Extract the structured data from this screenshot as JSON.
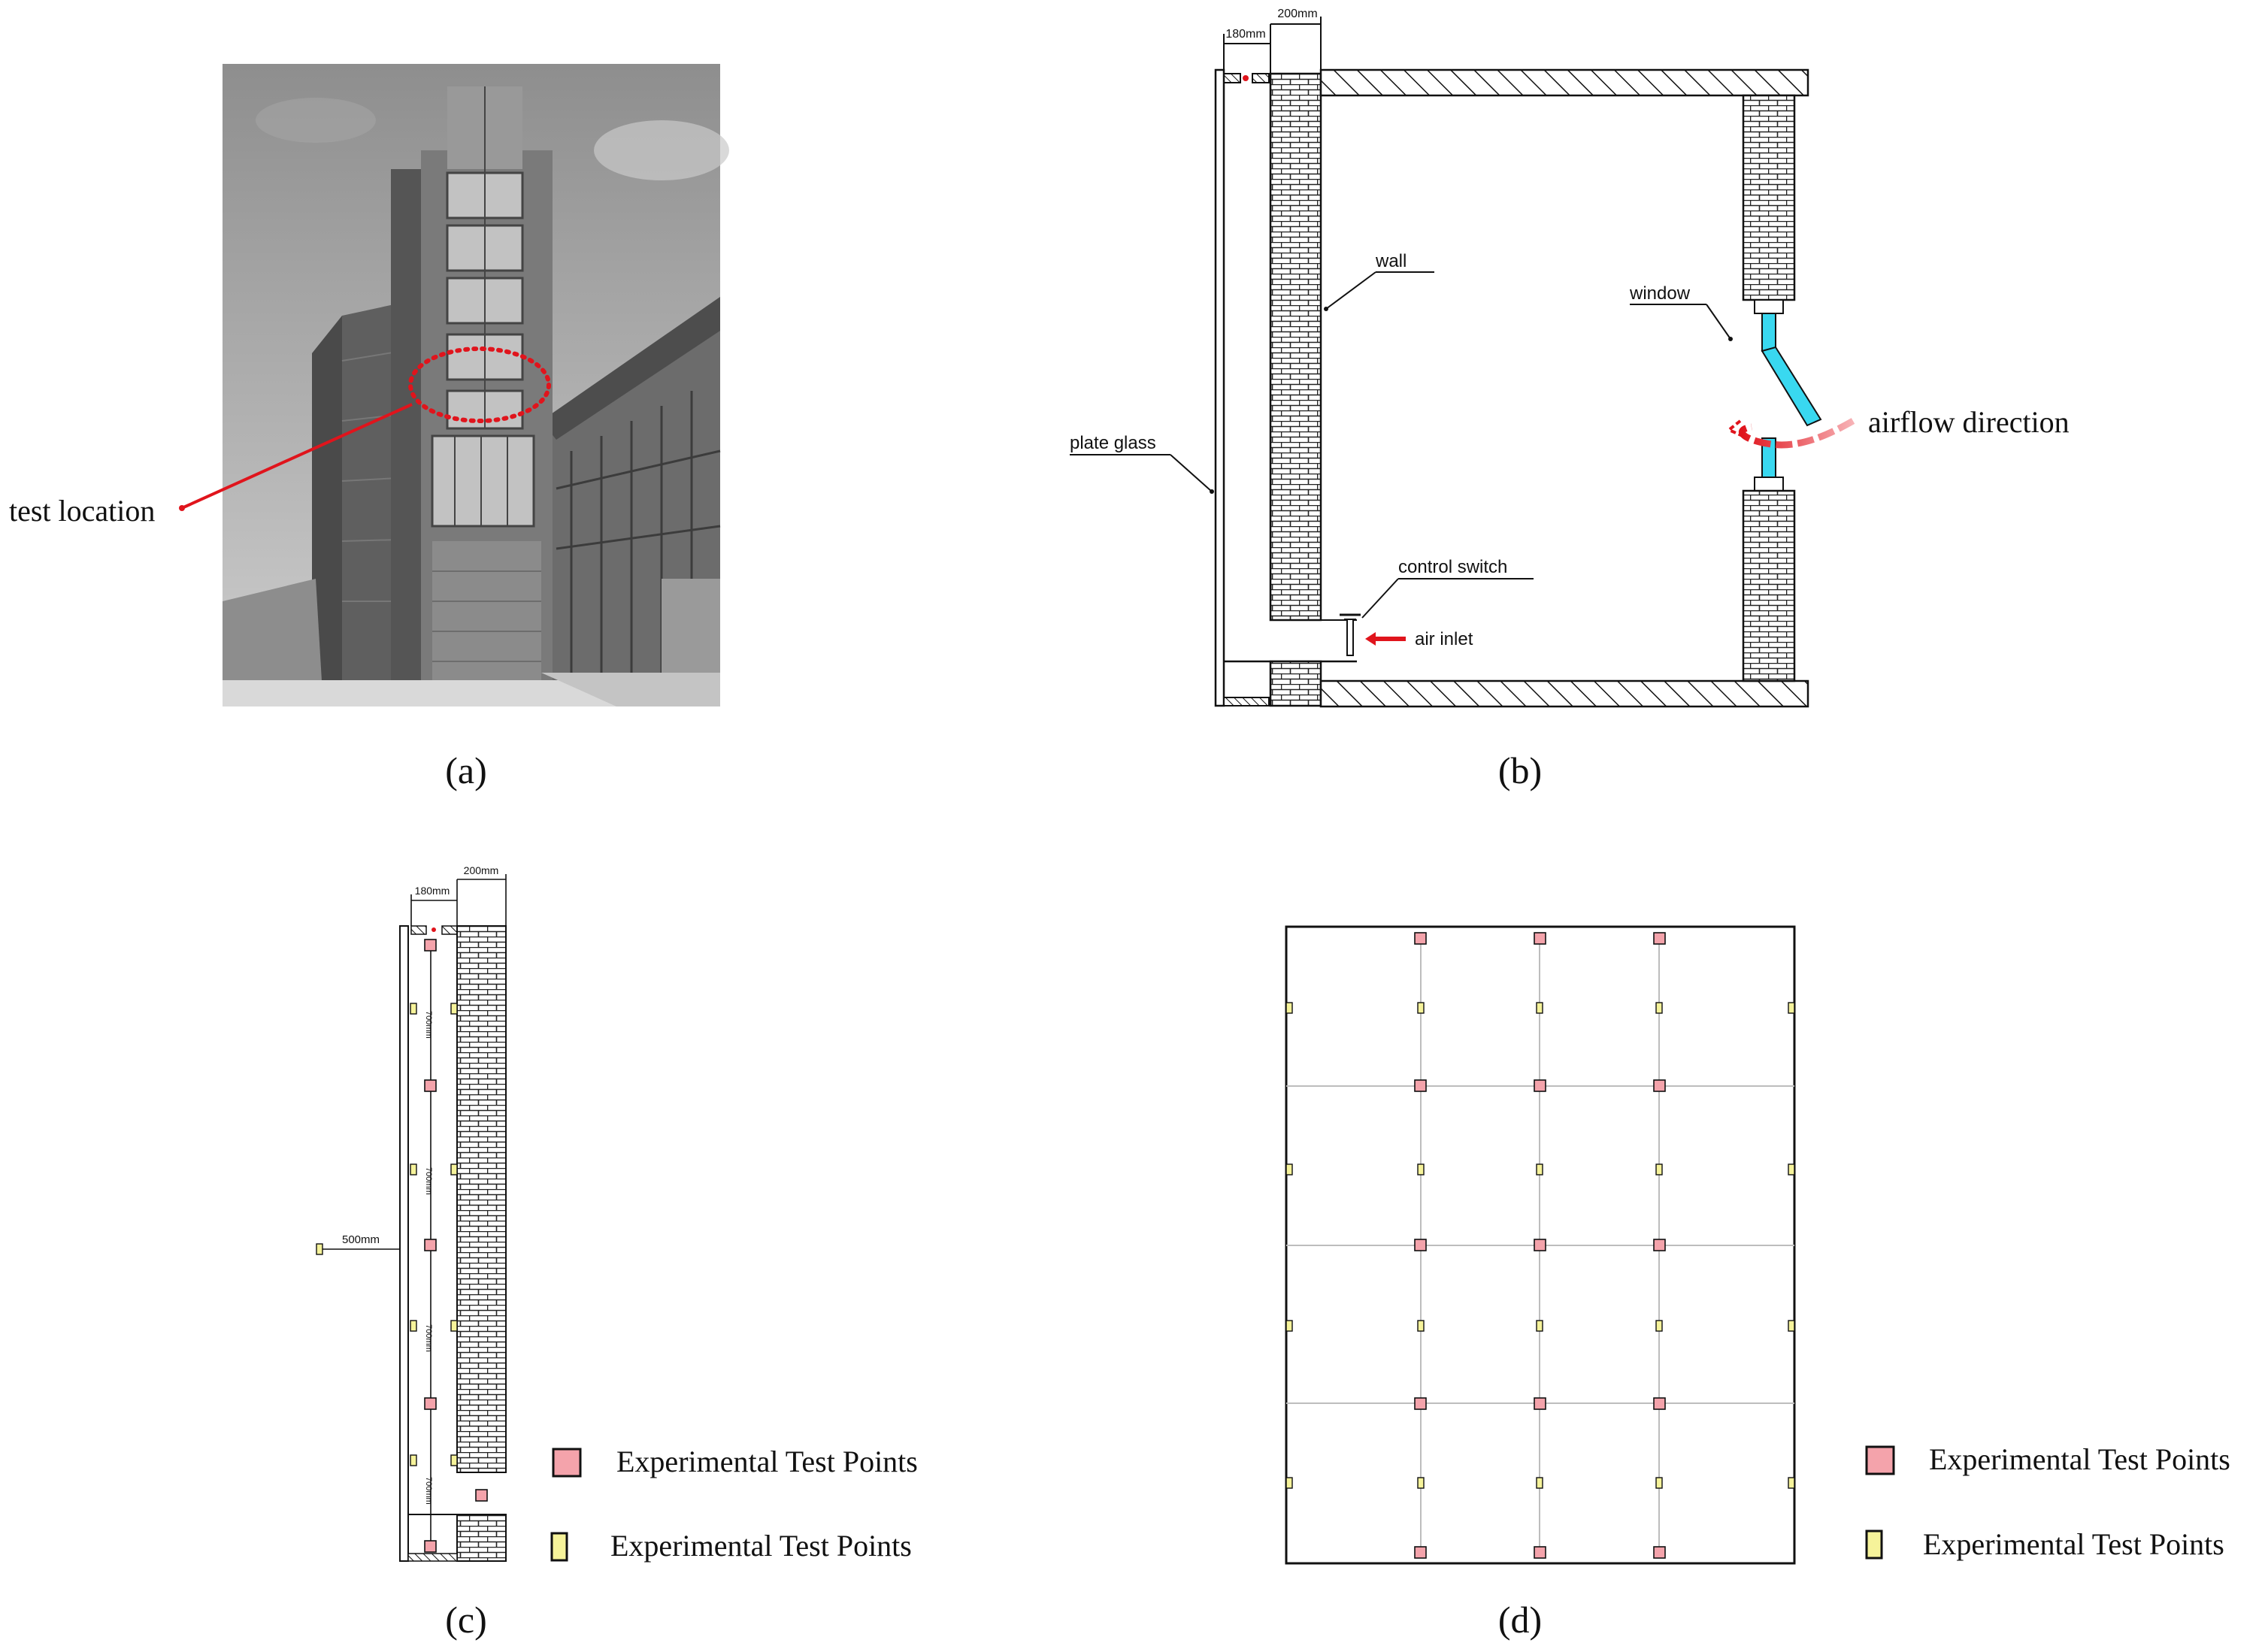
{
  "panels": {
    "a": {
      "caption": "(a)",
      "test_location_label": "test location"
    },
    "b": {
      "caption": "(b)",
      "dim_cavity": "180mm",
      "dim_wall": "200mm",
      "wall_label": "wall",
      "window_label": "window",
      "airflow_label": "airflow direction",
      "plate_glass_label": "plate glass",
      "control_switch_label": "control switch",
      "air_inlet_label": "air inlet"
    },
    "c": {
      "caption": "(c)",
      "dim_cavity": "180mm",
      "dim_wall": "200mm",
      "spacing_label": "700mm",
      "outside_offset_label": "500mm",
      "legend_pink": "Experimental Test Points",
      "legend_yellow": "Experimental Test Points"
    },
    "d": {
      "caption": "(d)",
      "legend_pink": "Experimental Test Points",
      "legend_yellow": "Experimental Test Points"
    }
  },
  "colors": {
    "pink_point": "#f4a3ab",
    "yellow_point": "#f6f39a",
    "highlight_red": "#e0141c",
    "window_cyan": "#39d8f0"
  }
}
